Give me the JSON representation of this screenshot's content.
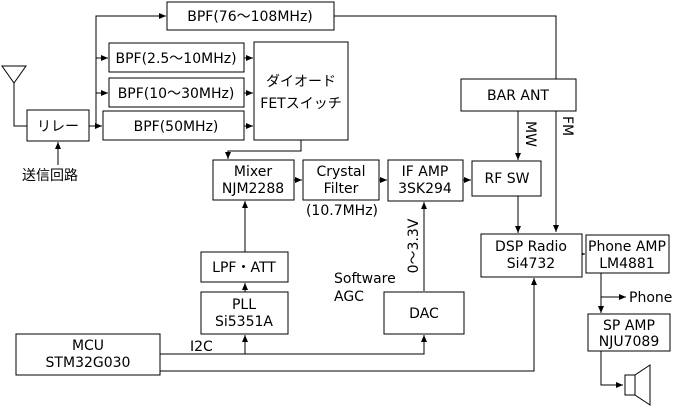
{
  "diagram": {
    "antenna": {
      "icon": "antenna-icon"
    },
    "relay": "リレー",
    "tx_signal": "送信回路",
    "bpf_fm": "BPF(76～108MHz)",
    "bpf_1": "BPF(2.5～10MHz)",
    "bpf_2": "BPF(10～30MHz)",
    "bpf_3": "BPF(50MHz)",
    "diode_switch": {
      "line1": "ダイオード",
      "line2": "FETスイッチ"
    },
    "mixer": {
      "line1": "Mixer",
      "line2": "NJM2288"
    },
    "crystal_filter": {
      "line1": "Crystal",
      "line2": "Filter",
      "freq": "(10.7MHz)"
    },
    "if_amp": {
      "line1": "IF AMP",
      "line2": "3SK294"
    },
    "bar_ant": "BAR ANT",
    "mw": "MW",
    "fm": "FM",
    "rf_sw": "RF SW",
    "lpf_att": "LPF・ATT",
    "pll": {
      "line1": "PLL",
      "line2": "Si5351A"
    },
    "dac": "DAC",
    "voltage": "0～3.3V",
    "software_agc": {
      "line1": "Software",
      "line2": "AGC"
    },
    "mcu": {
      "line1": "MCU",
      "line2": "STM32G030"
    },
    "i2c": "I2C",
    "dsp_radio": {
      "line1": "DSP Radio",
      "line2": "Si4732"
    },
    "phone_amp": {
      "line1": "Phone AMP",
      "line2": "LM4881"
    },
    "phone": "Phone",
    "sp_amp": {
      "line1": "SP AMP",
      "line2": "NJU7089"
    },
    "speaker": {
      "icon": "speaker-icon"
    }
  }
}
